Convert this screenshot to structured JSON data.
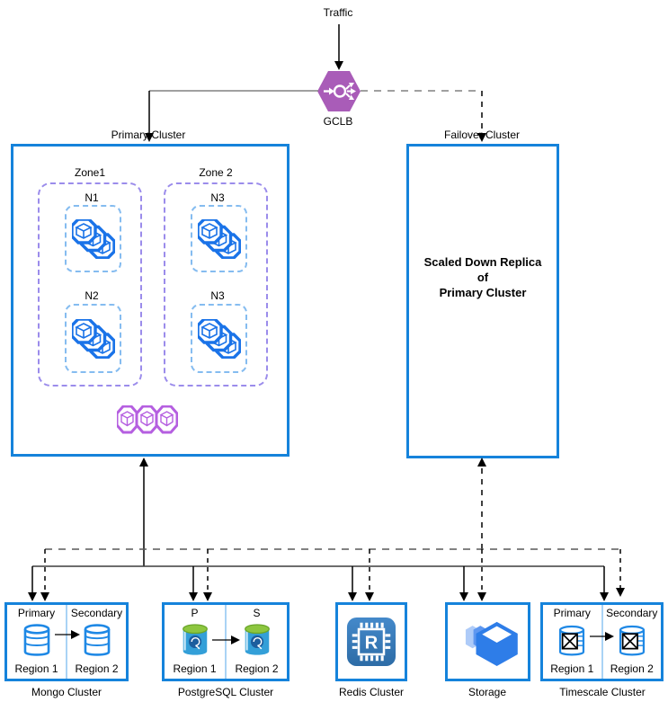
{
  "traffic": {
    "label": "Traffic"
  },
  "gclb": {
    "label": "GCLB"
  },
  "primary_cluster": {
    "label": "Primary Cluster",
    "zones": [
      {
        "label": "Zone1",
        "nodes": [
          {
            "label": "N1"
          },
          {
            "label": "N2"
          }
        ]
      },
      {
        "label": "Zone 2",
        "nodes": [
          {
            "label": "N3"
          },
          {
            "label": "N3"
          }
        ]
      }
    ]
  },
  "failover_cluster": {
    "label": "Failover Cluster",
    "body_lines": [
      "Scaled Down Replica",
      "of",
      "Primary Cluster"
    ]
  },
  "databases": [
    {
      "label": "Mongo Cluster",
      "cells": [
        {
          "role": "Primary",
          "region": "Region 1"
        },
        {
          "role": "Secondary",
          "region": "Region 2"
        }
      ]
    },
    {
      "label": "PostgreSQL Cluster",
      "cells": [
        {
          "role": "P",
          "region": "Region 1"
        },
        {
          "role": "S",
          "region": "Region 2"
        }
      ]
    },
    {
      "label": "Redis Cluster"
    },
    {
      "label": "Storage"
    },
    {
      "label": "Timescale Cluster",
      "cells": [
        {
          "role": "Primary",
          "region": "Region 1"
        },
        {
          "role": "Secondary",
          "region": "Region 2"
        }
      ]
    }
  ],
  "icons": {
    "gclb": "load-balancer-icon",
    "workloads": "gke-workloads-icon",
    "pods": "gke-pods-icon",
    "mongo": "database-cylinder-icon",
    "postgres": "postgresql-icon",
    "redis_letter": "R",
    "storage": "cloud-storage-icon",
    "timescale": "crossed-database-icon"
  },
  "colors": {
    "frame_blue": "#1583DB",
    "zone_purple": "#9B8CEB",
    "node_blue": "#85BCF0",
    "gclb_purple": "#A95CB8",
    "pods_purple": "#B55FE0",
    "workload_blue": "#1A73E8",
    "db_stroke": "#1E88E5",
    "redis_blue": "#3879B8",
    "storage_blue": "#2E7DE8",
    "postgres_green": "#8DC63F",
    "divider_blue": "#A9D3F5",
    "wire_gray": "#808080",
    "wire_black": "#000000"
  }
}
